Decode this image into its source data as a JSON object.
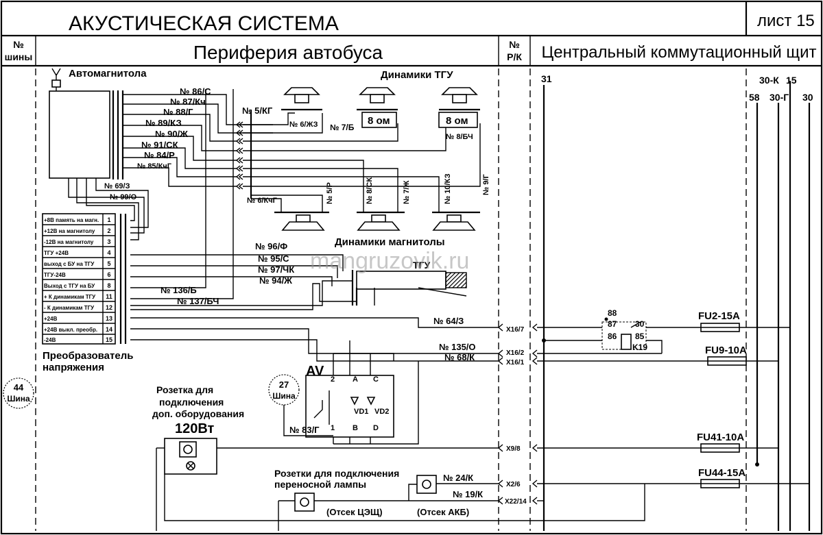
{
  "header": {
    "title": "АКУСТИЧЕСКАЯ  СИСТЕМА",
    "sheet": "лист 15",
    "bus_no_line1": "№",
    "bus_no_line2": "шины",
    "periphery": "Периферия автобуса",
    "rk_line1": "№",
    "rk_line2": "Р/К",
    "central": "Центральный коммутационный щит"
  },
  "watermark": "mangruzovik.ru",
  "radio": {
    "label": "Автомагнитола"
  },
  "radio_wires": [
    "№ 86/С",
    "№ 87/Кч",
    "№ 88/Г",
    "№ 89/КЗ",
    "№ 90/Ж",
    "№ 91/СК",
    "№ 84/Р",
    "№ 85/КчГ",
    "№ 69/З",
    "№ 99/О"
  ],
  "speakers": {
    "tgu_label": "Динамики ТГУ",
    "radio_label": "Динамики магнитолы",
    "ohm1": "8 ом",
    "ohm2": "8 ом",
    "top_wires": [
      "№ 5/КГ",
      "№ 6/ЖЗ",
      "№ 7/Б",
      "№ 8/БЧ"
    ],
    "bottom_wires": [
      "№ 6/КчГ",
      "№ 5/Р",
      "№ 8/СК",
      "№ 7/Ж",
      "№ 10/КЗ",
      "№ 9/Г"
    ]
  },
  "converter": {
    "label_line1": "Преобразователь",
    "label_line2": "напряжения",
    "pins": [
      {
        "name": "+8В память на магн.",
        "num": "1"
      },
      {
        "name": "+12В на магнитолу",
        "num": "2"
      },
      {
        "name": "-12В на магнитолу",
        "num": "3"
      },
      {
        "name": "ТГУ +24В",
        "num": "4"
      },
      {
        "name": "выход с БУ на ТГУ",
        "num": "5"
      },
      {
        "name": "ТГУ-24В",
        "num": "6"
      },
      {
        "name": "Выход с ТГУ на БУ",
        "num": "8"
      },
      {
        "name": "+ К динамикам ТГУ",
        "num": "11"
      },
      {
        "name": "- К динамикам ТГУ",
        "num": "12"
      },
      {
        "name": "+24В",
        "num": "13"
      },
      {
        "name": "+24В выкл. преобр.",
        "num": "14"
      },
      {
        "name": "-24В",
        "num": "15"
      }
    ]
  },
  "tgu": {
    "label": "ТГУ",
    "wires": [
      "№ 96/Ф",
      "№ 95/С",
      "№ 97/ЧК",
      "№ 94/Ж"
    ]
  },
  "converter_wires": [
    "№ 136/Б",
    "№ 137/БЧ"
  ],
  "main_wires": [
    "№ 64/З",
    "№ 135/О",
    "№ 68/К",
    "№ 83/Г",
    "№ 24/К",
    "№ 19/К"
  ],
  "connectors": [
    "X16/7",
    "X16/2",
    "X16/1",
    "X9/8",
    "X2/6",
    "X22/14"
  ],
  "av": {
    "label": "AV",
    "pins": [
      "2",
      "A",
      "C",
      "1",
      "B",
      "D"
    ],
    "diodes": [
      "VD1",
      "VD2"
    ]
  },
  "bus": {
    "b44_num": "44",
    "b44_label": "Шина",
    "b27_num": "27",
    "b27_label": "Шина"
  },
  "socket1": {
    "line1": "Розетка  для",
    "line2": "подключения",
    "line3": "доп. оборудования",
    "power": "120Вт"
  },
  "socket2": {
    "line1": "Розетки для подключения",
    "line2": "переносной лампы",
    "comp1": "(Отсек ЦЭЩ)",
    "comp2": "(Отсек АКБ)"
  },
  "relay": {
    "name": "K19",
    "pins": [
      "88",
      "87",
      "30",
      "86",
      "85"
    ]
  },
  "fuses": [
    "FU2-15А",
    "FU9-10А",
    "FU41-10А",
    "FU44-15А"
  ],
  "rails": {
    "r31": "31",
    "r30k": "30-К",
    "r15": "15",
    "r58": "58",
    "r30g": "30-Г",
    "r30": "30"
  }
}
